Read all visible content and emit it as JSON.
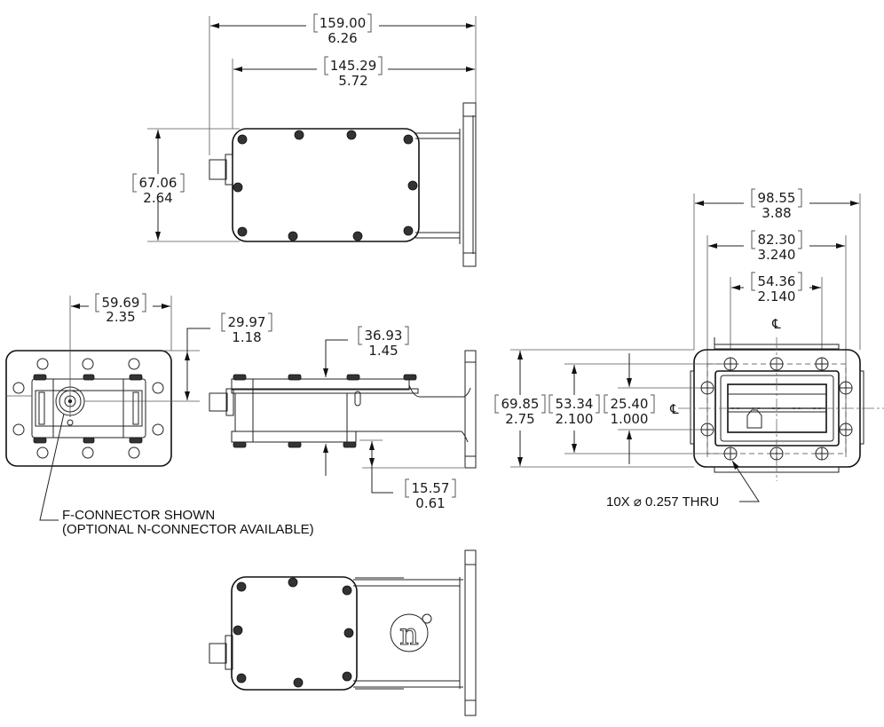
{
  "drawing": {
    "type": "mechanical dimension drawing",
    "units": "[mm] / inches",
    "views": [
      "top-view",
      "front-end-view",
      "side-view",
      "flange-end-view",
      "bottom-view"
    ]
  },
  "dimensions": {
    "overall_length": {
      "mm": "159.00",
      "in": "6.26"
    },
    "body_length": {
      "mm": "145.29",
      "in": "5.72"
    },
    "body_width": {
      "mm": "67.06",
      "in": "2.64"
    },
    "connector_horizontal_offset": {
      "mm": "59.69",
      "in": "2.35"
    },
    "connector_vertical_offset": {
      "mm": "29.97",
      "in": "1.18"
    },
    "body_height": {
      "mm": "36.93",
      "in": "1.45"
    },
    "flange_offset": {
      "mm": "15.57",
      "in": "0.61"
    },
    "flange_width": {
      "mm": "98.55",
      "in": "3.88"
    },
    "hole_pattern_width": {
      "mm": "82.30",
      "in": "3.240"
    },
    "waveguide_opening_width": {
      "mm": "54.36",
      "in": "2.140"
    },
    "flange_height": {
      "mm": "69.85",
      "in": "2.75"
    },
    "hole_pattern_height": {
      "mm": "53.34",
      "in": "2.100"
    },
    "waveguide_opening_height": {
      "mm": "25.40",
      "in": "1.000"
    }
  },
  "symbols": {
    "centerline": "℄"
  },
  "notes": {
    "connector_line1": "F-CONNECTOR SHOWN",
    "connector_line2": "(OPTIONAL N-CONNECTOR AVAILABLE)",
    "holes": "10X ⌀ 0.257 THRU"
  },
  "logo": {
    "text": "n"
  }
}
